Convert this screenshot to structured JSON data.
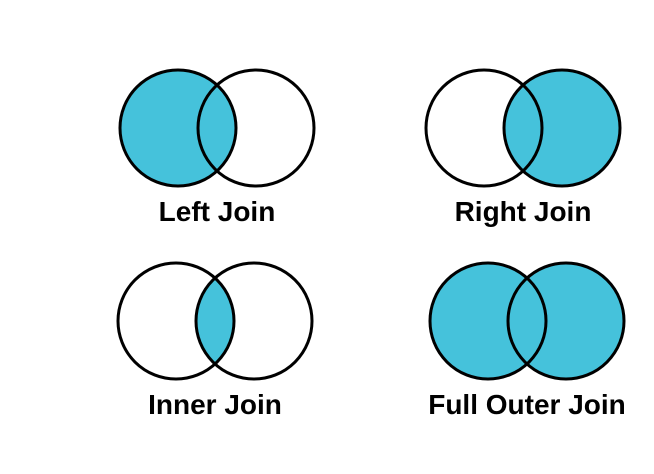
{
  "page": {
    "background": "#ffffff"
  },
  "colors": {
    "fill": "#45C2DB",
    "stroke": "#000000",
    "text": "#000000"
  },
  "diagrams": [
    {
      "id": "left-join",
      "label": "Left Join",
      "filled": "left"
    },
    {
      "id": "right-join",
      "label": "Right Join",
      "filled": "right"
    },
    {
      "id": "inner-join",
      "label": "Inner Join",
      "filled": "intersection"
    },
    {
      "id": "full-outer-join",
      "label": "Full Outer Join",
      "filled": "both"
    }
  ]
}
